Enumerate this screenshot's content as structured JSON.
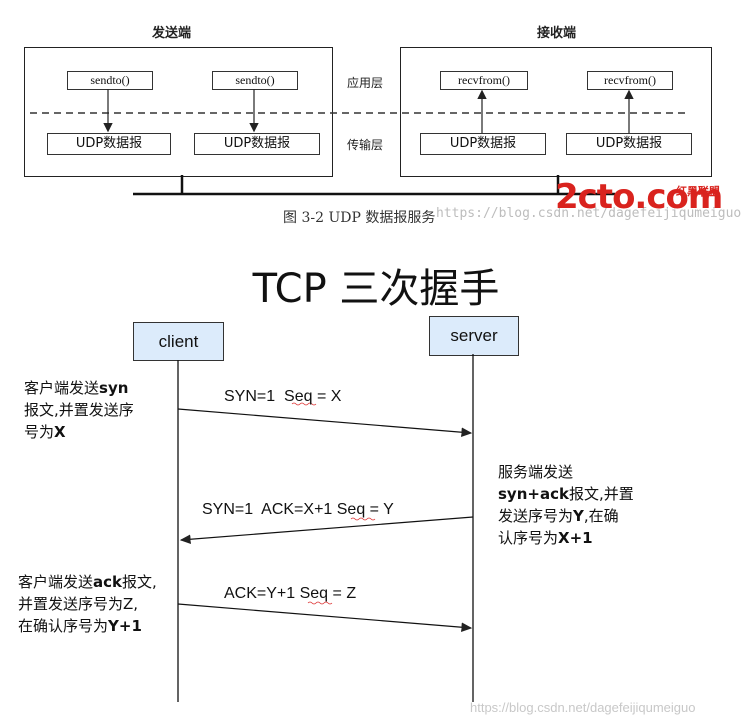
{
  "udp_figure": {
    "sender_title": "发送端",
    "receiver_title": "接收端",
    "sender_calls": [
      "sendto()",
      "sendto()"
    ],
    "receiver_calls": [
      "recvfrom()",
      "recvfrom()"
    ],
    "datagram_label": "UDP数据报",
    "app_layer_label": "应用层",
    "transport_layer_label": "传输层",
    "caption": "图 3-2    UDP 数据报服务",
    "watermark": "https://blog.csdn.net/dagefeijiqumeiguo",
    "logo_text": "2cto.com",
    "logo_cn": "红黑联盟"
  },
  "tcp_figure": {
    "title": "TCP 三次握手",
    "client_label": "client",
    "server_label": "server",
    "notes": {
      "client_1": [
        "客户端发送",
        "syn",
        "报文,并置发送序",
        "号为",
        "X"
      ],
      "server_1": [
        "服务端发送",
        "syn+ack",
        "报文,并置",
        "发送序号为",
        "Y",
        ",在确",
        "认序号为",
        "X+1"
      ],
      "client_2": [
        "客户端发送",
        "ack",
        "报文,",
        "并置发送序号为Z,",
        "在确认序号为",
        "Y+1"
      ]
    },
    "messages": {
      "m1_a": "SYN=1  ",
      "m1_b": "Seq",
      "m1_c": " = X",
      "m2_a": "SYN=1  ACK=X+1 ",
      "m2_b": "Seq",
      "m2_c": " = Y",
      "m3_a": "ACK=Y+1 ",
      "m3_b": "Seq",
      "m3_c": " = Z"
    },
    "watermark": "https://blog.csdn.net/dagefeijiqumeiguo"
  },
  "colors": {
    "node_fill": "#dcebfb",
    "logo_red": "#d9231e",
    "watermark_gray": "#c8c8c8"
  }
}
